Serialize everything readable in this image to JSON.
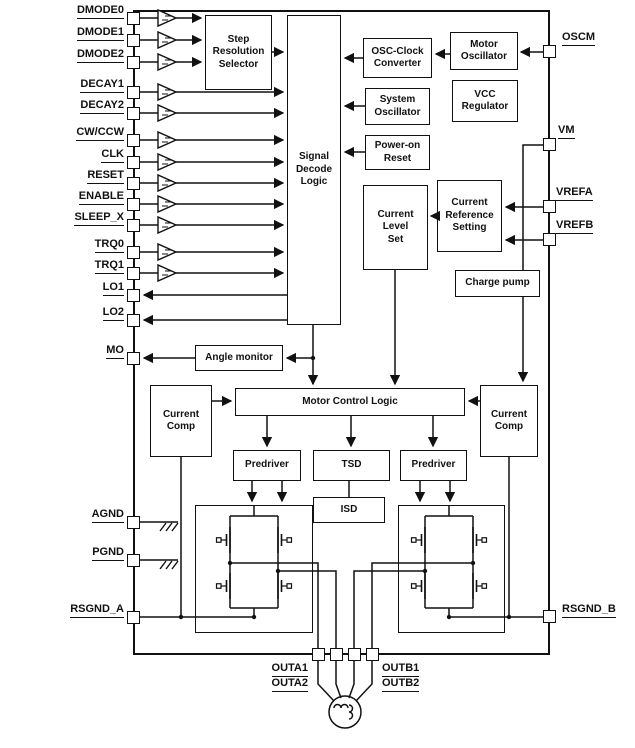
{
  "pins": {
    "left": [
      "DMODE0",
      "DMODE1",
      "DMODE2",
      "DECAY1",
      "DECAY2",
      "CW/CCW",
      "CLK",
      "RESET",
      "ENABLE",
      "SLEEP_X",
      "TRQ0",
      "TRQ1",
      "LO1",
      "LO2",
      "MO",
      "AGND",
      "PGND",
      "RSGND_A"
    ],
    "right": [
      "OSCM",
      "VM",
      "VREFA",
      "VREFB",
      "RSGND_B"
    ],
    "bottom": [
      "OUTA1",
      "OUTA2",
      "OUTB1",
      "OUTB2"
    ]
  },
  "blocks": {
    "srs": "Step\nResolution\nSelector",
    "sdl": "Signal\nDecode\nLogic",
    "occ": "OSC-Clock\nConverter",
    "motor_osc": "Motor\nOscillator",
    "sys_osc": "System\nOscillator",
    "vcc_reg": "VCC\nRegulator",
    "por": "Power-on\nReset",
    "cls": "Current\nLevel\nSet",
    "crs": "Current\nReference\nSetting",
    "charge_pump": "Charge pump",
    "angle_monitor": "Angle monitor",
    "mcl": "Motor Control Logic",
    "current_comp_a": "Current\nComp",
    "current_comp_b": "Current\nComp",
    "predriver_a": "Predriver",
    "tsd": "TSD",
    "predriver_b": "Predriver",
    "isd": "ISD"
  },
  "colors": {
    "line": "#111111",
    "background": "#ffffff"
  }
}
